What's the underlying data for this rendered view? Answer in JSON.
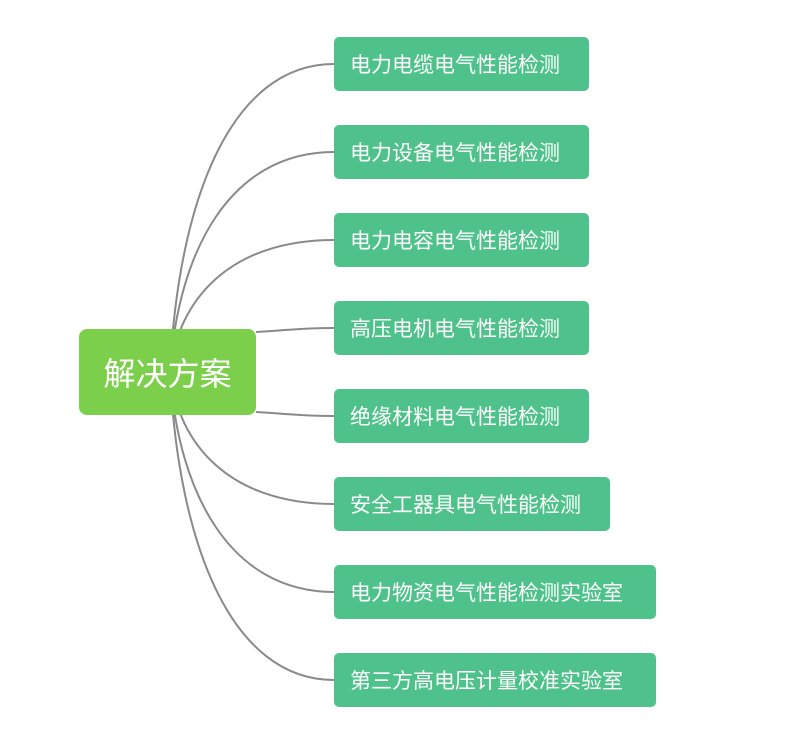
{
  "mindmap": {
    "root": {
      "label": "解决方案",
      "color": "#7ccf4a"
    },
    "child_color": "#4fc28b",
    "line_color": "#8a8a8a",
    "children": [
      {
        "label": "电力电缆电气性能检测"
      },
      {
        "label": "电力设备电气性能检测"
      },
      {
        "label": "电力电容电气性能检测"
      },
      {
        "label": "高压电机电气性能检测"
      },
      {
        "label": "绝缘材料电气性能检测"
      },
      {
        "label": "安全工器具电气性能检测"
      },
      {
        "label": "电力物资电气性能检测实验室"
      },
      {
        "label": "第三方高电压计量校准实验室"
      }
    ]
  }
}
